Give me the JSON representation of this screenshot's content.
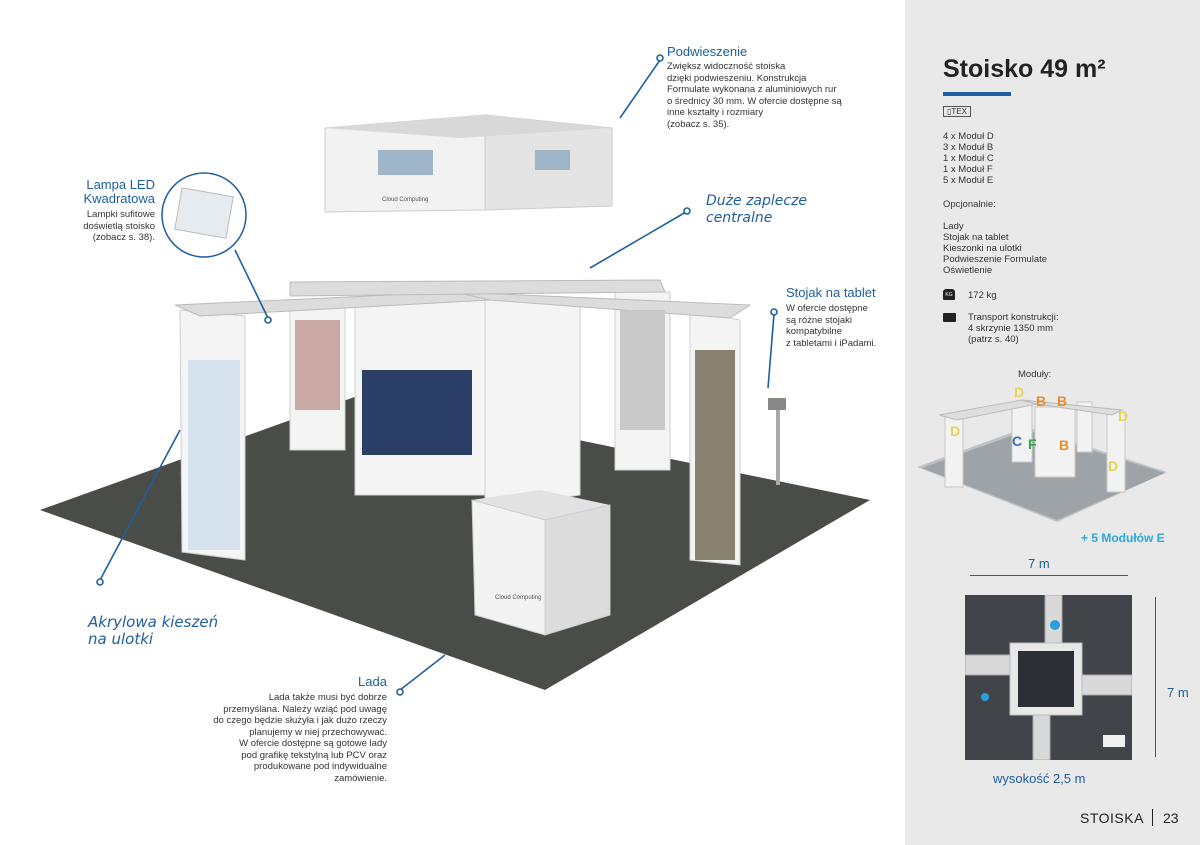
{
  "annotations": {
    "podwieszenie": {
      "title": "Podwieszenie",
      "body": "Zwiększ widoczność stoiska\ndzięki podwieszeniu. Konstrukcja\nFormulate wykonana z aluminiowych rur\no średnicy 30 mm. W ofercie dostępne są\ninne kształty i rozmiary\n(zobacz s. 35)."
    },
    "lampa": {
      "title": "Lampa LED\nKwadratowa",
      "body": "Lampki sufitowe\ndoświetlą stoisko\n(zobacz s. 38)."
    },
    "zaplecze": "Duże zaplecze\ncentralne",
    "stojak": {
      "title": "Stojak na tablet",
      "body": "W ofercie dostępne\nsą różne stojaki\nkompatybilne\nz tabletami i iPadami."
    },
    "kieszen": "Akrylowa kieszeń\nna ulotki",
    "lada": {
      "title": "Lada",
      "body": "Lada także musi być dobrze\nprzemyślana. Należy wziąć pod uwagę\ndo czego będzie służyła i jak dużo rzeczy\nplanujemy w niej przechowywać.\nW ofercie dostępne są gotowe lady\npod grafikę tekstylną lub PCV oraz\nprodukowane pod indywidualne\nzamówienie."
    }
  },
  "graphics": {
    "booth_graphic_text": "Cloud Computing"
  },
  "sidebar": {
    "title": "Stoisko 49 m²",
    "tex_label": "TEX",
    "modules_list": "4 x Moduł D\n3 x Moduł B\n1 x Moduł C\n1 x Moduł F\n5 x Moduł E",
    "optional_heading": "Opcjonalnie:",
    "optional_list": "Lady\nStojak na tablet\nKieszonki na ulotki\nPodwieszenie Formulate\nOświetlenie",
    "weight_badge": "KG",
    "weight": "172 kg",
    "transport": "Transport konstrukcji:\n4 skrzynie 1350 mm\n(patrz s. 40)",
    "modules_heading": "Moduły:",
    "module_labels": {
      "d1": "D",
      "b1": "B",
      "b2": "B",
      "d2": "D",
      "d3": "D",
      "c": "C",
      "f": "F",
      "b3": "B",
      "d4": "D"
    },
    "plus_modules": "+ 5 Modułów E",
    "width_dim": "7 m",
    "depth_dim": "7 m",
    "height_label": "wysokość 2,5 m"
  },
  "footer": {
    "section": "STOISKA",
    "page": "23"
  },
  "colors": {
    "accent": "#1f5fa0",
    "title_underline": "#1f5fa0",
    "module_d": "#e8d44d",
    "module_b": "#f08a24",
    "module_c": "#3a6fc4",
    "module_f": "#3aa64a",
    "plus_modules": "#2aa9dd"
  }
}
